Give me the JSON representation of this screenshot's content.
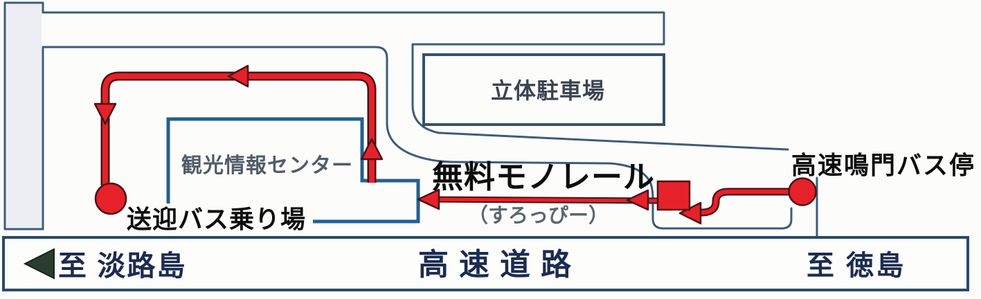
{
  "map": {
    "areas": {
      "parking_label": "立体駐車場",
      "info_center_label": "観光情報センター",
      "highway_label": "高速道路"
    },
    "stops": {
      "shuttle_boarding_label": "送迎バス乗り場",
      "expressway_bus_stop_label": "高速鳴門バス停"
    },
    "monorail": {
      "label": "無料モノレール",
      "sublabel": "（すろっぴー）"
    },
    "directions": {
      "to_awaji_label": "至 淡路島",
      "to_tokushima_label": "至 徳島"
    },
    "icons": {
      "to_awaji_arrow": "left-triangle-icon",
      "route_arrows": [
        "up-arrow-icon",
        "left-arrow-icon",
        "down-arrow-icon"
      ],
      "stop_markers": [
        "red-circle-marker",
        "red-square-marker"
      ]
    },
    "colors": {
      "route_red": "#e62129",
      "route_outline": "#4d1016",
      "road_line_navy": "#3d5c78",
      "info_box_blue": "#226091",
      "band_text_navy": "#1c2b50",
      "dark_text": "#0d0d0d",
      "gray_text": "#525c68",
      "parking_text": "#3b4452",
      "awaji_arrow_green": "#2a3d30",
      "background": "#fcfcfb"
    }
  }
}
